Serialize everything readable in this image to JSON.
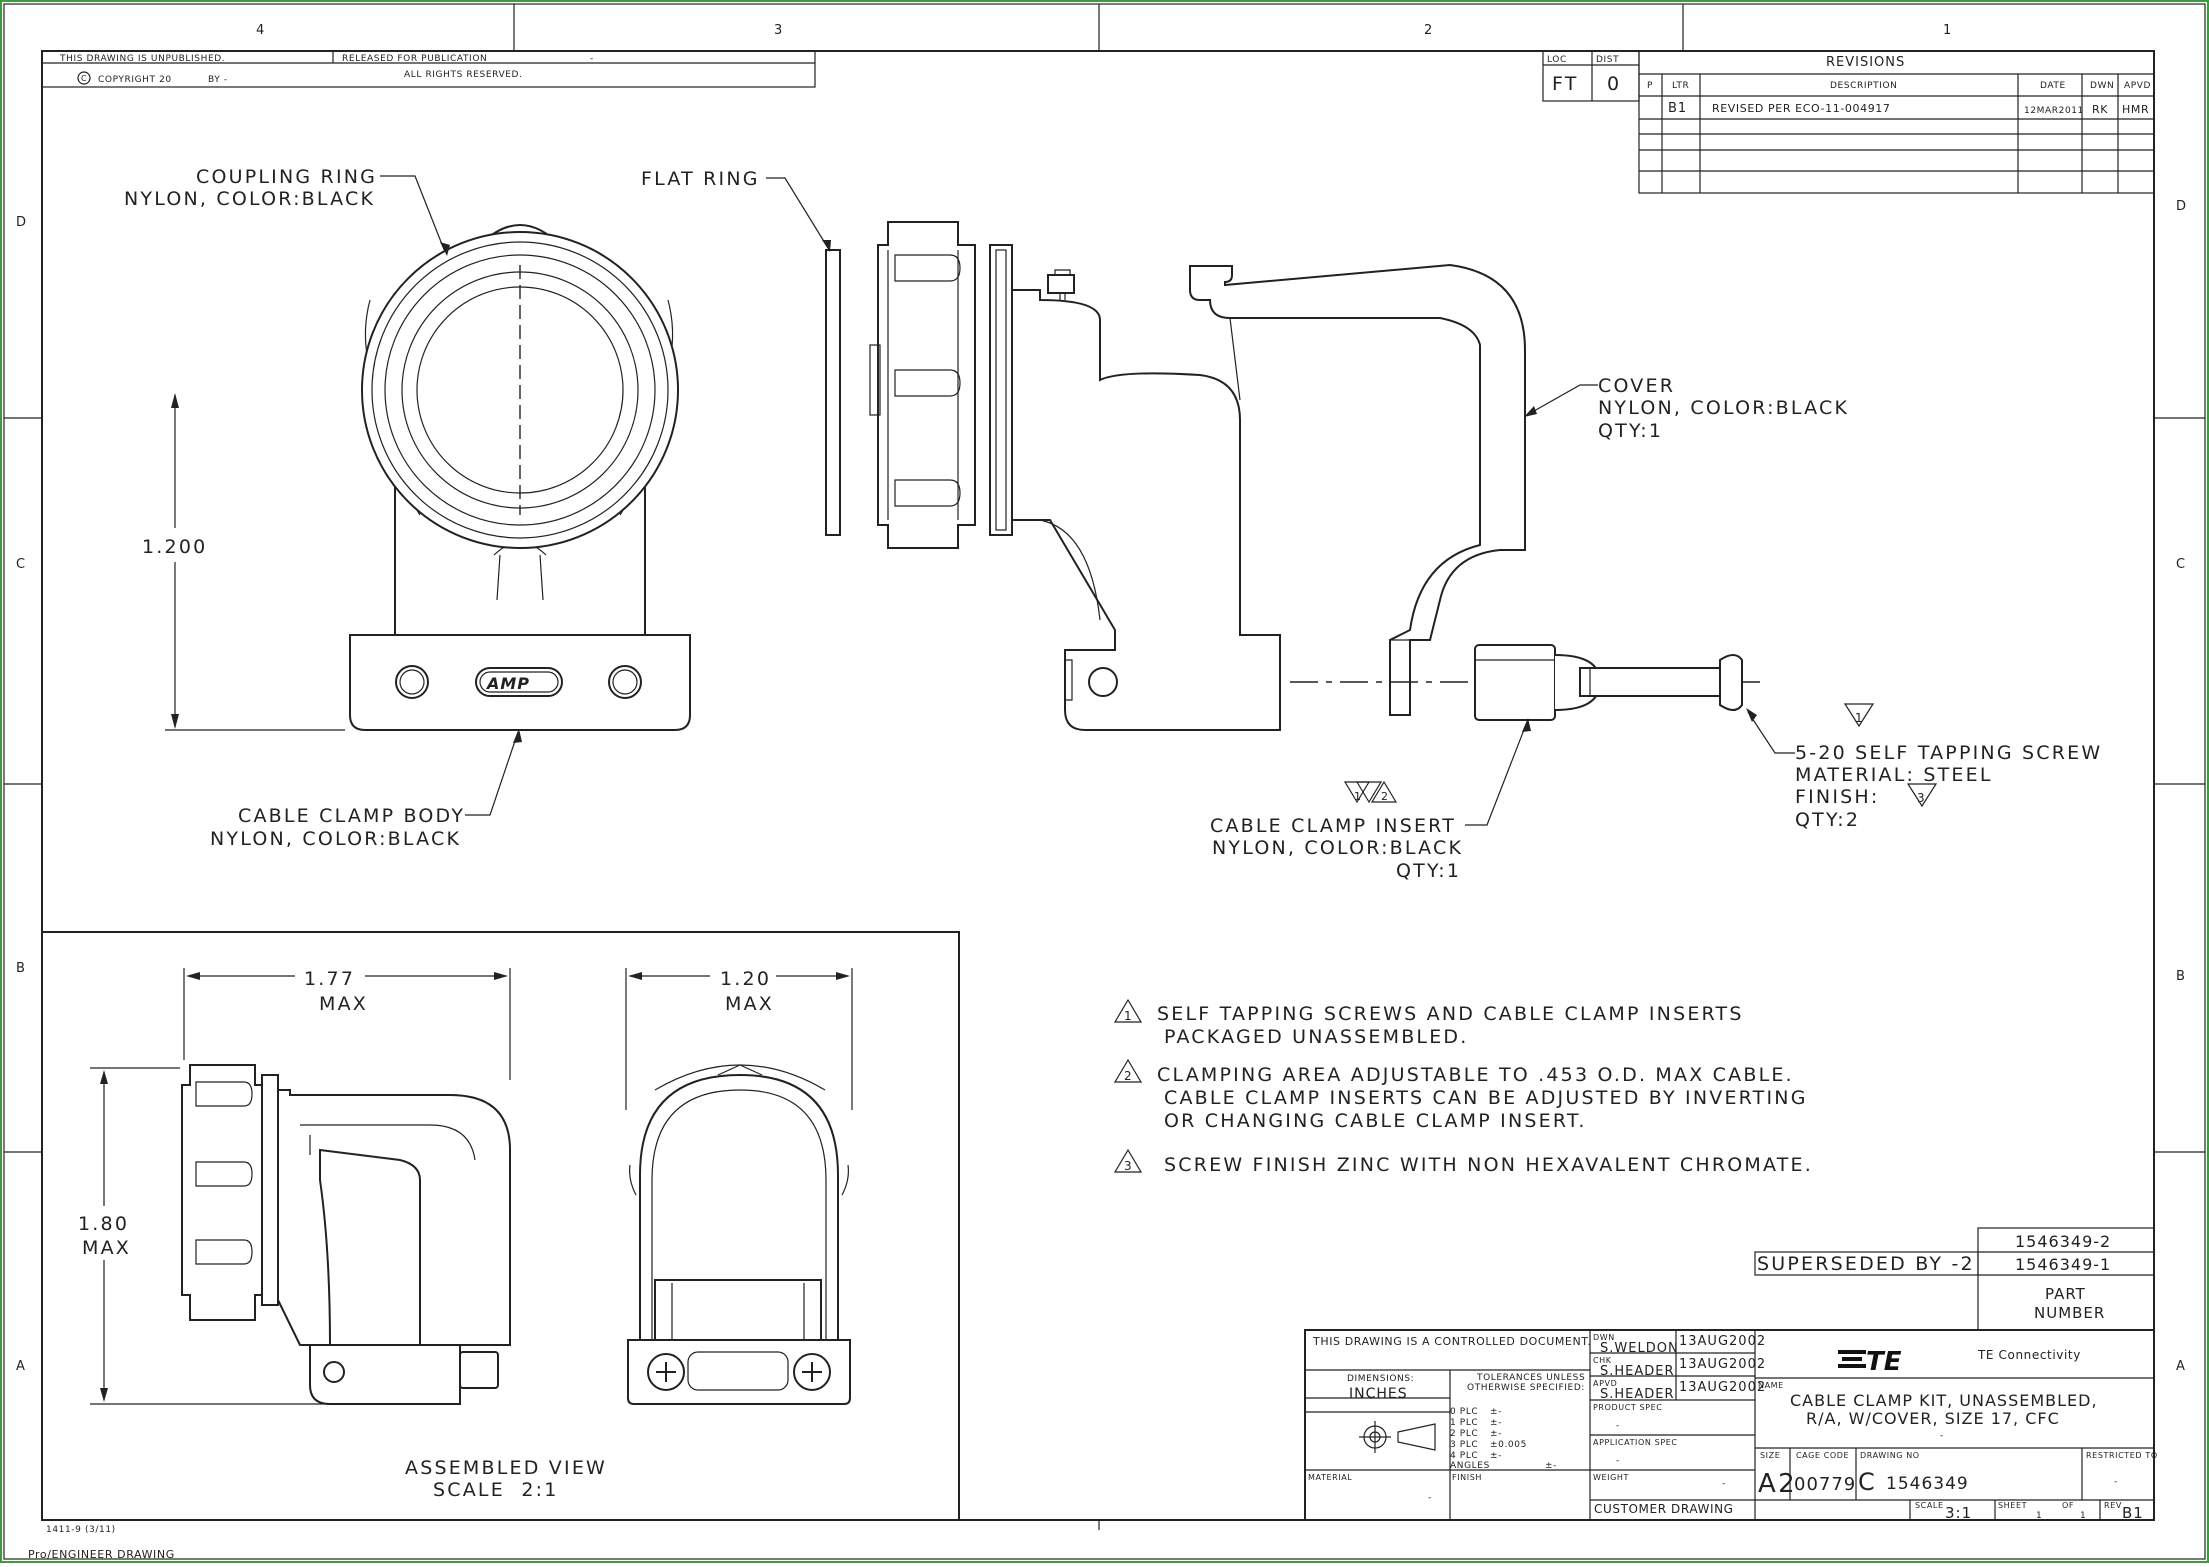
{
  "zones": {
    "cols": [
      "4",
      "3",
      "2",
      "1"
    ],
    "rows": [
      "D",
      "C",
      "B",
      "A"
    ]
  },
  "header": {
    "unpublished": "THIS DRAWING IS UNPUBLISHED.",
    "released": "RELEASED FOR PUBLICATION",
    "released_dash": "-",
    "copyright": "COPYRIGHT 20",
    "by": "BY -",
    "rights": "ALL RIGHTS RESERVED."
  },
  "loc_dist": {
    "loc_label": "LOC",
    "loc_value": "FT",
    "dist_label": "DIST",
    "dist_value": "0"
  },
  "revisions": {
    "title": "REVISIONS",
    "headers": [
      "P",
      "LTR",
      "DESCRIPTION",
      "DATE",
      "DWN",
      "APVD"
    ],
    "rows": [
      {
        "ltr": "B1",
        "description": "REVISED PER ECO-11-004917",
        "date": "12MAR2011",
        "dwn": "RK",
        "apvd": "HMR"
      }
    ]
  },
  "callouts": {
    "coupling_ring": [
      "COUPLING RING",
      "NYLON, COLOR:BLACK"
    ],
    "flat_ring": [
      "FLAT RING"
    ],
    "cover": [
      "COVER",
      "NYLON, COLOR:BLACK",
      "QTY:1"
    ],
    "cable_clamp_body": [
      "CABLE CLAMP BODY",
      "NYLON, COLOR:BLACK"
    ],
    "cable_clamp_insert": [
      "CABLE CLAMP INSERT",
      "NYLON, COLOR:BLACK",
      "QTY:1"
    ],
    "screw": [
      "5-20 SELF TAPPING SCREW",
      "MATERIAL: STEEL",
      "FINISH:",
      "QTY:2"
    ],
    "amp_logo": "AMP",
    "flag_1": "1",
    "flag_2": "2",
    "flag_3": "3"
  },
  "dimensions": {
    "height_main": "1.200",
    "width_assembled": "1.77",
    "width_front": "1.20",
    "height_assembled": "1.80",
    "max": "MAX"
  },
  "assembled_view": {
    "title": "ASSEMBLED VIEW",
    "scale": "SCALE  2:1"
  },
  "notes": [
    [
      "SELF TAPPING SCREWS AND CABLE CLAMP INSERTS",
      "PACKAGED UNASSEMBLED."
    ],
    [
      "CLAMPING AREA ADJUSTABLE TO .453 O.D. MAX CABLE.",
      "CABLE CLAMP INSERTS CAN BE ADJUSTED BY INVERTING",
      "OR CHANGING CABLE CLAMP INSERT."
    ],
    [
      "SCREW FINISH ZINC WITH NON HEXAVALENT CHROMATE."
    ]
  ],
  "superseded": {
    "label": "SUPERSEDED BY -2",
    "part_numbers": [
      "1546349-2",
      "1546349-1"
    ],
    "part_label": [
      "PART",
      "NUMBER"
    ]
  },
  "title_block": {
    "controlled": "THIS DRAWING IS A CONTROLLED DOCUMENT.",
    "dimensions_label": "DIMENSIONS:",
    "units": "INCHES",
    "tolerances": [
      "TOLERANCES UNLESS",
      "OTHERWISE SPECIFIED:"
    ],
    "tol_rows": [
      [
        "0 PLC",
        "±-"
      ],
      [
        "1 PLC",
        "±-"
      ],
      [
        "2 PLC",
        "±-"
      ],
      [
        "3 PLC",
        "±0.005"
      ],
      [
        "4 PLC",
        "±-"
      ],
      [
        "ANGLES",
        "±-"
      ]
    ],
    "material_label": "MATERIAL",
    "material_value": "-",
    "finish_label": "FINISH",
    "dwn_label": "DWN",
    "dwn_name": "S.WELDON",
    "dwn_date": "13AUG2002",
    "chk_label": "CHK",
    "chk_name": "S.HEADER",
    "chk_date": "13AUG2002",
    "apvd_label": "APVD",
    "apvd_name": "S.HEADER",
    "apvd_date": "13AUG2002",
    "product_spec_label": "PRODUCT SPEC",
    "product_spec_value": "-",
    "application_spec_label": "APPLICATION SPEC",
    "application_spec_value": "-",
    "weight_label": "WEIGHT",
    "weight_value": "-",
    "company_logo": "TE",
    "company_name": "TE Connectivity",
    "name_label": "NAME",
    "name_lines": [
      "CABLE CLAMP KIT, UNASSEMBLED,",
      "R/A, W/COVER, SIZE 17, CFC"
    ],
    "name_dash": "-",
    "size_label": "SIZE",
    "size_value": "A2",
    "cage_label": "CAGE CODE",
    "cage_value": "00779",
    "drawing_no_label": "DRAWING NO",
    "drawing_prefix": "C",
    "drawing_no": "1546349",
    "restricted_label": "RESTRICTED TO",
    "restricted_value": "-",
    "customer_drawing": "CUSTOMER DRAWING",
    "scale_label": "SCALE",
    "scale_value": "3:1",
    "sheet_label": "SHEET",
    "sheet_value": "1",
    "of_label": "OF",
    "of_value": "1",
    "rev_label": "REV",
    "rev_value": "B1"
  },
  "footer": {
    "form_code": "1411-9 (3/11)",
    "software": "Pro/ENGINEER DRAWING"
  }
}
